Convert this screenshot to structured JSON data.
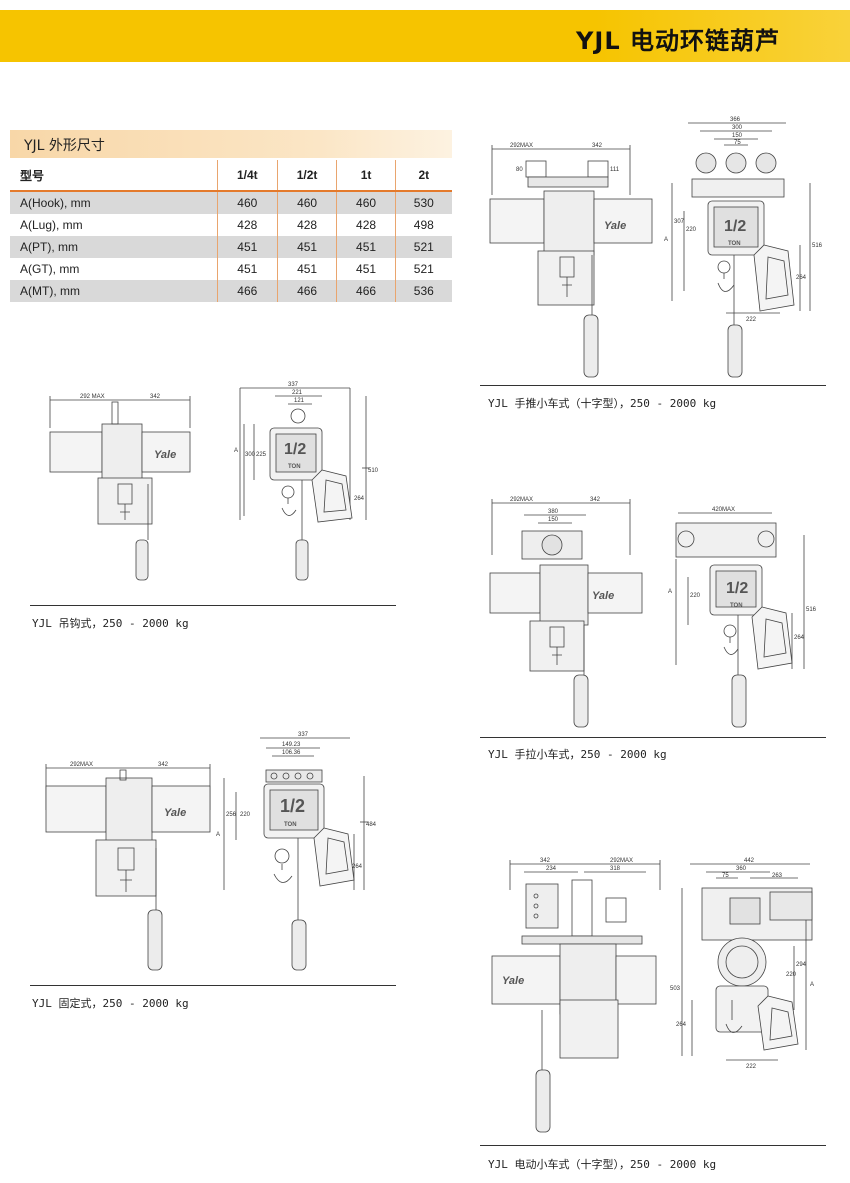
{
  "header": {
    "title": "YJL  电动环链葫芦"
  },
  "dimensions": {
    "section_title": "YJL 外形尺寸",
    "columns": [
      "型号",
      "1/4t",
      "1/2t",
      "1t",
      "2t"
    ],
    "rows": [
      [
        "A(Hook), mm",
        "460",
        "460",
        "460",
        "530"
      ],
      [
        "A(Lug), mm",
        "428",
        "428",
        "428",
        "498"
      ],
      [
        "A(PT), mm",
        "451",
        "451",
        "451",
        "521"
      ],
      [
        "A(GT), mm",
        "451",
        "451",
        "451",
        "521"
      ],
      [
        "A(MT), mm",
        "466",
        "466",
        "466",
        "536"
      ]
    ]
  },
  "figures": {
    "hook": {
      "caption": "YJL 吊钩式，250 - 2000 kg",
      "dims": [
        "292 MAX",
        "342",
        "337",
        "221",
        "121",
        "300",
        "225",
        "510",
        "264",
        "A"
      ],
      "logo": "Yale",
      "plate": "1/2",
      "plate_sub": "TON"
    },
    "lug": {
      "caption": "YJL 固定式，250 - 2000 kg",
      "dims": [
        "292MAX",
        "342",
        "337",
        "149.23",
        "106.36",
        "256",
        "220",
        "484",
        "264",
        "A"
      ],
      "logo": "Yale",
      "plate": "1/2",
      "plate_sub": "TON"
    },
    "push": {
      "caption": "YJL 手推小车式（十字型），250 - 2000 kg",
      "dims": [
        "292MAX",
        "342",
        "80",
        "111",
        "366",
        "300",
        "150",
        "75",
        "307",
        "220",
        "516",
        "264",
        "222",
        "A"
      ],
      "logo": "Yale",
      "plate": "1/2",
      "plate_sub": "TON"
    },
    "geared": {
      "caption": "YJL 手拉小车式，250 - 2000 kg",
      "dims": [
        "292MAX",
        "342",
        "380",
        "150",
        "420MAX",
        "220",
        "516",
        "264",
        "A"
      ],
      "logo": "Yale",
      "plate": "1/2",
      "plate_sub": "TON"
    },
    "motor": {
      "caption": "YJL 电动小车式（十字型），250 - 2000 kg",
      "dims": [
        "342",
        "292MAX",
        "234",
        "318",
        "442",
        "360",
        "75",
        "263",
        "294",
        "220",
        "503",
        "264",
        "222",
        "A"
      ],
      "logo": "Yale"
    }
  }
}
